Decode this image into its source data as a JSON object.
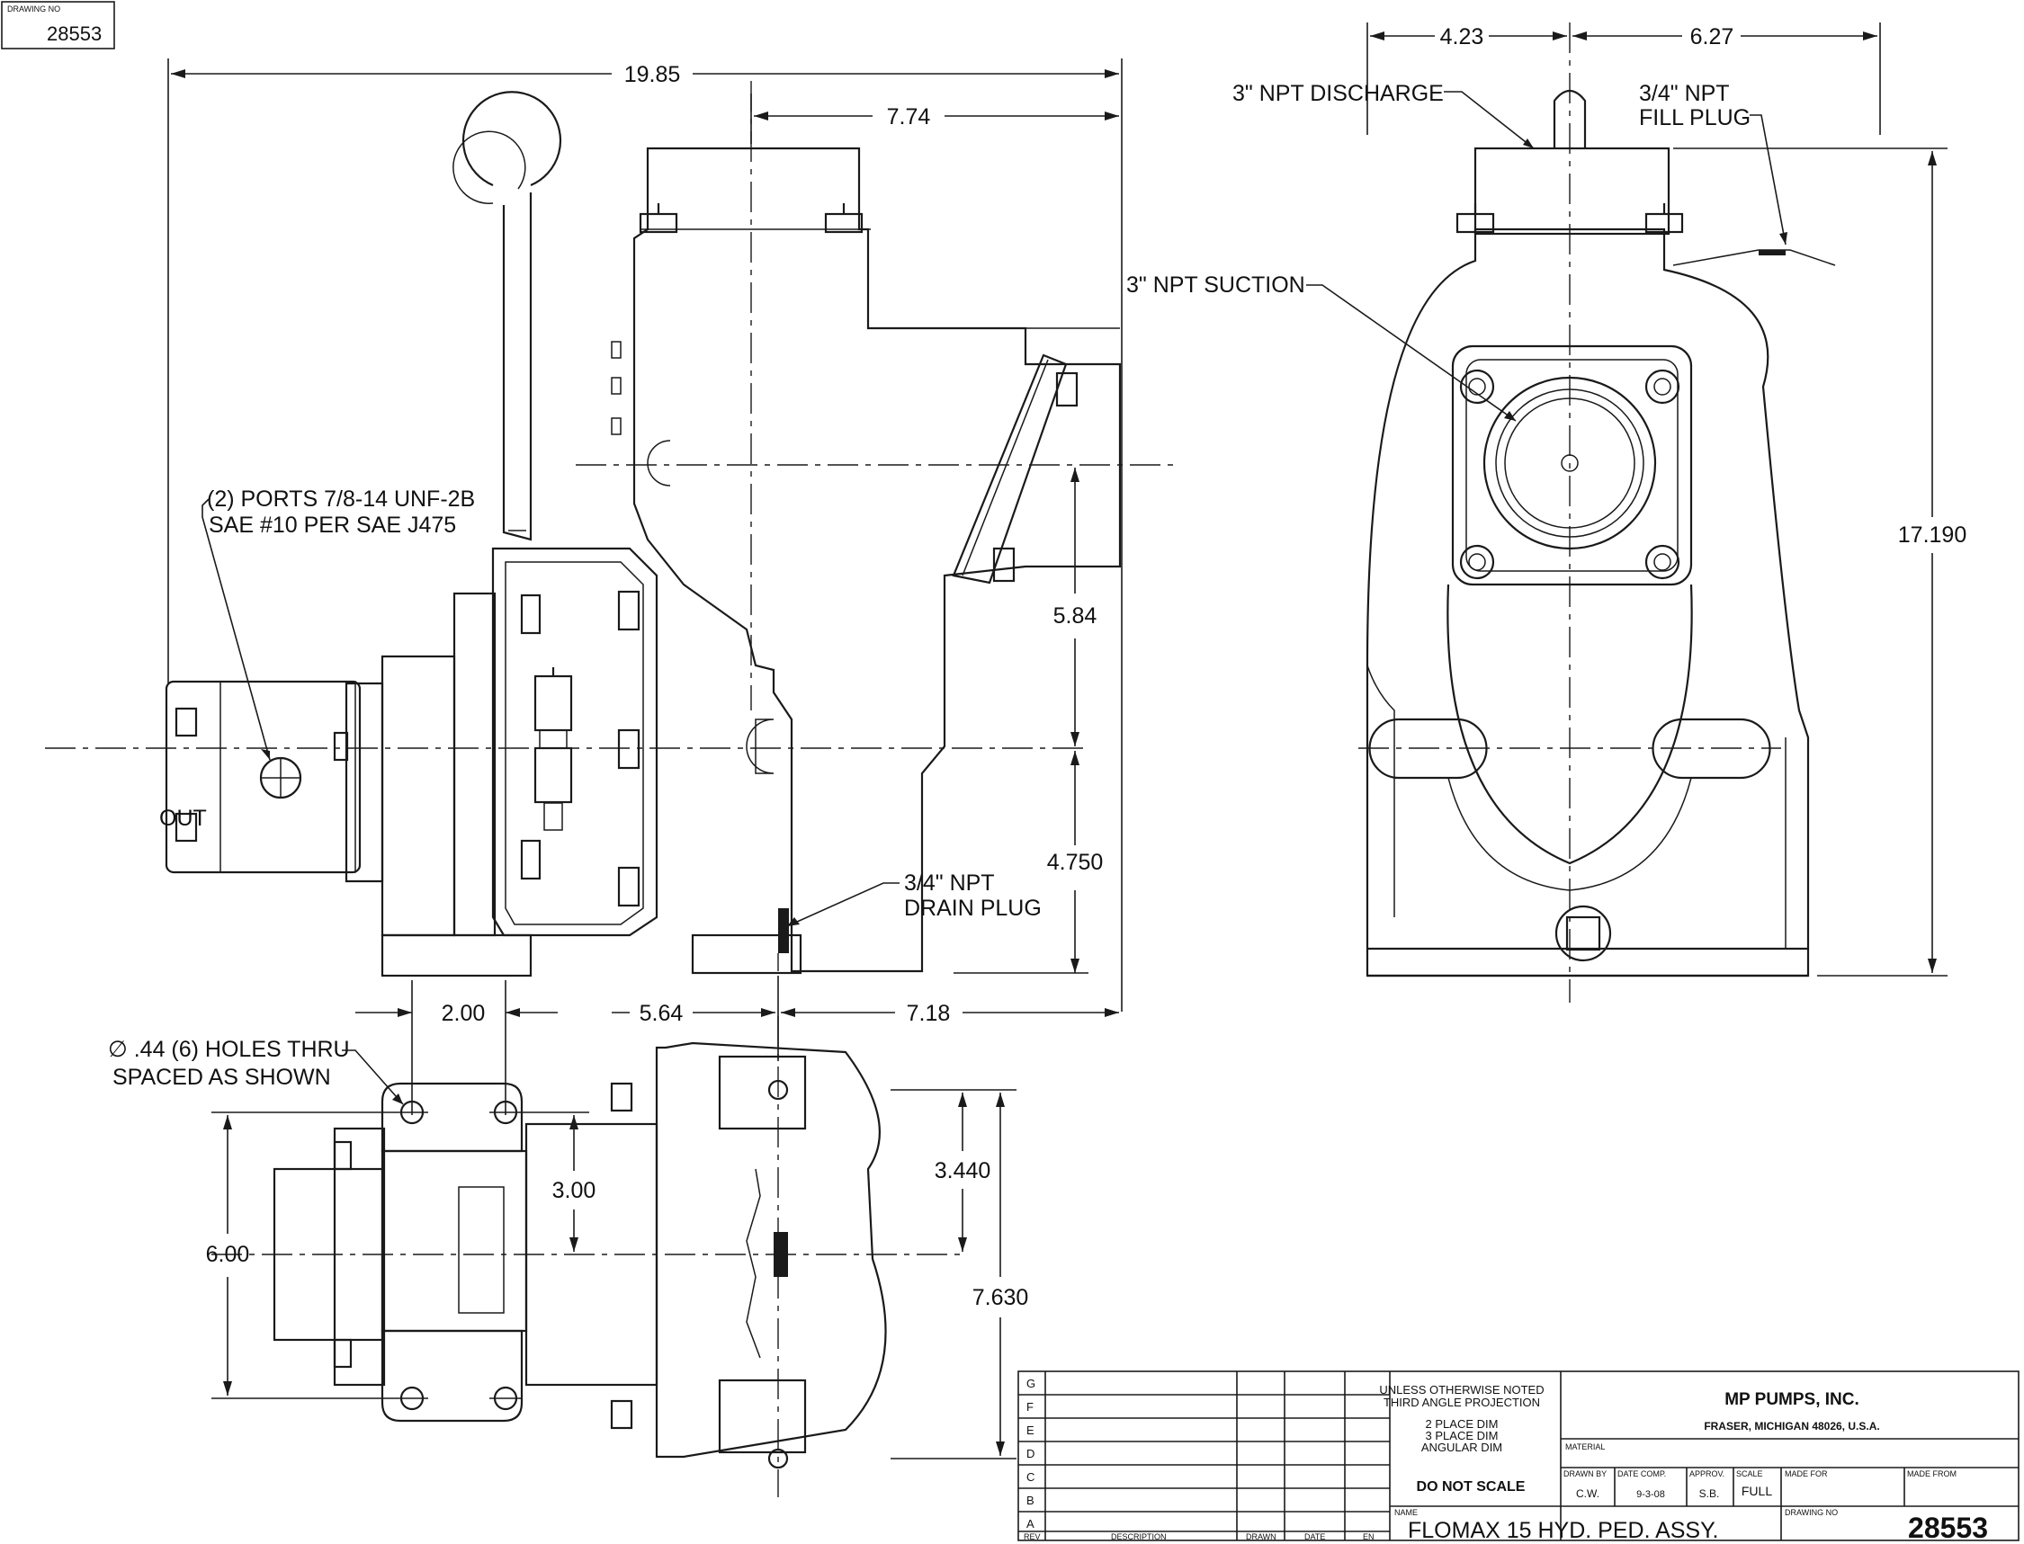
{
  "drawing_no_box": {
    "caption": "DRAWING NO",
    "number": "28553"
  },
  "dimensions": {
    "overall_length": "19.85",
    "pump_to_end": "7.74",
    "front_left": "4.23",
    "front_right": "6.27",
    "overall_height": "17.190",
    "suction_height": "5.84",
    "shaft_height": "4.750",
    "base_a": "2.00",
    "base_b": "5.64",
    "base_c": "7.18",
    "base_width": "6.00",
    "base_half": "3.00",
    "side_a": "3.440",
    "side_b": "7.630"
  },
  "labels": {
    "discharge": "3\" NPT DISCHARGE",
    "fill_plug_1": "3/4\" NPT",
    "fill_plug_2": "FILL PLUG",
    "suction": "3\" NPT SUCTION",
    "ports_1": "(2) PORTS 7/8-14 UNF-2B",
    "ports_2": "SAE #10 PER SAE J475",
    "out": "OUT",
    "drain_1": "3/4\" NPT",
    "drain_2": "DRAIN PLUG",
    "holes_1": "∅ .44 (6) HOLES THRU",
    "holes_2": "SPACED AS SHOWN"
  },
  "title_block": {
    "rev_letters": [
      "G",
      "F",
      "E",
      "D",
      "C",
      "B",
      "A"
    ],
    "rev_header": {
      "rev": "REV",
      "description": "DESCRIPTION",
      "drawn": "DRAWN",
      "date": "DATE",
      "en": "EN"
    },
    "notes": [
      "UNLESS OTHERWISE NOTED",
      "THIRD ANGLE PROJECTION",
      "2 PLACE DIM",
      "3 PLACE DIM",
      "ANGULAR DIM"
    ],
    "do_not_scale": "DO NOT SCALE",
    "company": "MP PUMPS, INC.",
    "address": "FRASER, MICHIGAN  48026, U.S.A.",
    "material_caption": "MATERIAL",
    "drawn_by_caption": "DRAWN BY",
    "drawn_by": "C.W.",
    "date_comp_caption": "DATE COMP.",
    "date_comp": "9-3-08",
    "approv_caption": "APPROV.",
    "approv": "S.B.",
    "scale_caption": "SCALE",
    "scale": "FULL",
    "made_for_caption": "MADE FOR",
    "made_from_caption": "MADE FROM",
    "name_caption": "NAME",
    "name": "FLOMAX 15 HYD. PED. ASSY.",
    "drawing_no_caption": "DRAWING NO",
    "drawing_no": "28553"
  }
}
